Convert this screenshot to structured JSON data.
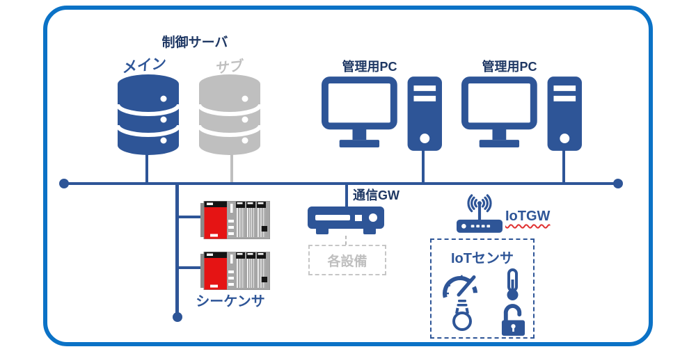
{
  "diagram": {
    "control_server": {
      "title": "制御サーバ",
      "main_label": "メイン",
      "sub_label": "サブ"
    },
    "mgmt_pc_1": {
      "label": "管理用PC"
    },
    "mgmt_pc_2": {
      "label": "管理用PC"
    },
    "comm_gw": {
      "label": "通信GW"
    },
    "equipment_box": {
      "label": "各設備"
    },
    "iot_gw": {
      "label": "IoTGW"
    },
    "iot_sensor_box": {
      "label": "IoTセンサ"
    },
    "sequencer": {
      "label": "シーケンサ"
    }
  },
  "colors": {
    "frame": "#0b72c6",
    "primary": "#2e5597",
    "heading": "#1f3864",
    "inactive": "#bfbfbf",
    "plc_red": "#e51414",
    "squiggle": "#e03131"
  }
}
